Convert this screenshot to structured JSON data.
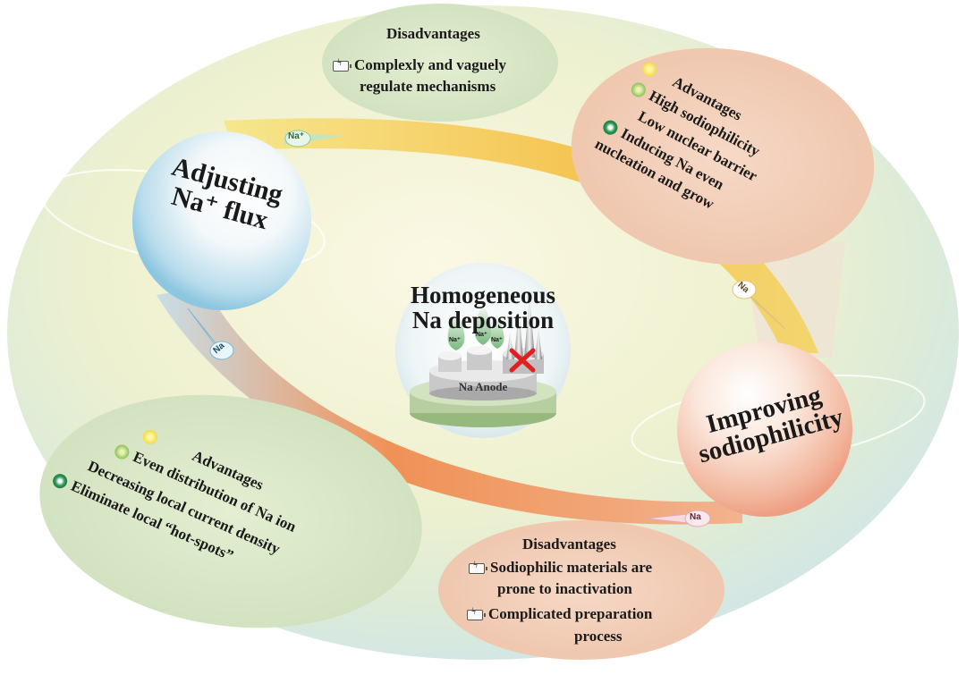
{
  "center": {
    "title_line1": "Homogeneous",
    "title_line2": "Na deposition",
    "anode_label": "Na Anode",
    "ion_label": "Na⁺"
  },
  "left_sphere": {
    "line1": "Adjusting",
    "line2": "Na⁺ flux"
  },
  "right_sphere": {
    "line1": "Improving",
    "line2": "sodiophilicity"
  },
  "ring_ions": [
    "Na⁺",
    "Na",
    "Na",
    "Na"
  ],
  "top_disadvantages": {
    "heading": "Disadvantages",
    "items": [
      "Complexly and vaguely",
      "regulate mechanisms"
    ]
  },
  "right_advantages": {
    "heading": "Advantages",
    "items": [
      "High sodiophilicity",
      "Low nuclear barrier",
      "Inducing Na even",
      "nucleation and grow"
    ]
  },
  "left_advantages": {
    "heading": "Advantages",
    "items": [
      "Even distribution of Na ion",
      "Decreasing local current density",
      "Eliminate local “hot-spots”"
    ]
  },
  "bottom_disadvantages": {
    "heading": "Disadvantages",
    "items": [
      "Sodiophilic materials are",
      "prone to inactivation",
      "Complicated preparation",
      "process"
    ]
  },
  "colors": {
    "outer_bg_light": "#f4f0cf",
    "green_panel": "#d9e6c5",
    "peach_panel": "#f0cbb2",
    "cyan_sphere": "#a7d7ea",
    "peach_sphere": "#f2a98c",
    "ring_orange": "#f08a3c",
    "ring_yellow": "#f6d35a"
  },
  "icons": [
    "bulb-yellow-icon",
    "bulb-green-icon",
    "bulb-dark-green-icon",
    "battery-charge-icon"
  ]
}
